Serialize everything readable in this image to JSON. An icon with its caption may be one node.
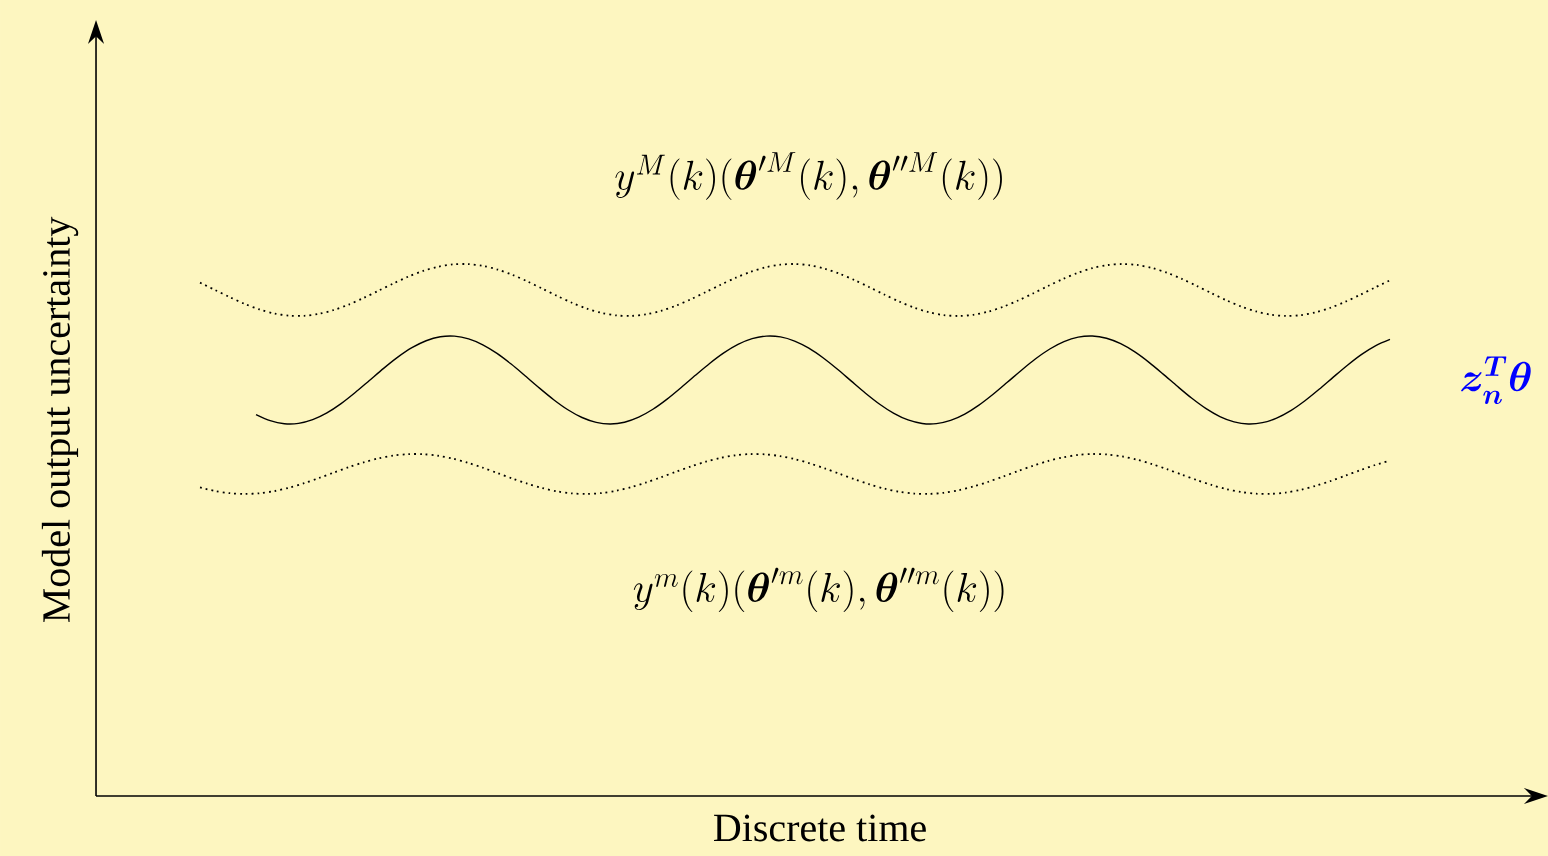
{
  "diagram": {
    "labels": [
      "Model output uncertainty",
      "y^M(k)(\\boldsymbol{\\theta}'^M(k), \\boldsymbol{\\theta}''^M(k))",
      "\\boldsymbol{z_n^T\\theta}",
      "y^m(k)(\\boldsymbol{\\theta}'^m(k), \\boldsymbol{\\theta}''^m(k))",
      "Discrete time"
    ]
  }
}
